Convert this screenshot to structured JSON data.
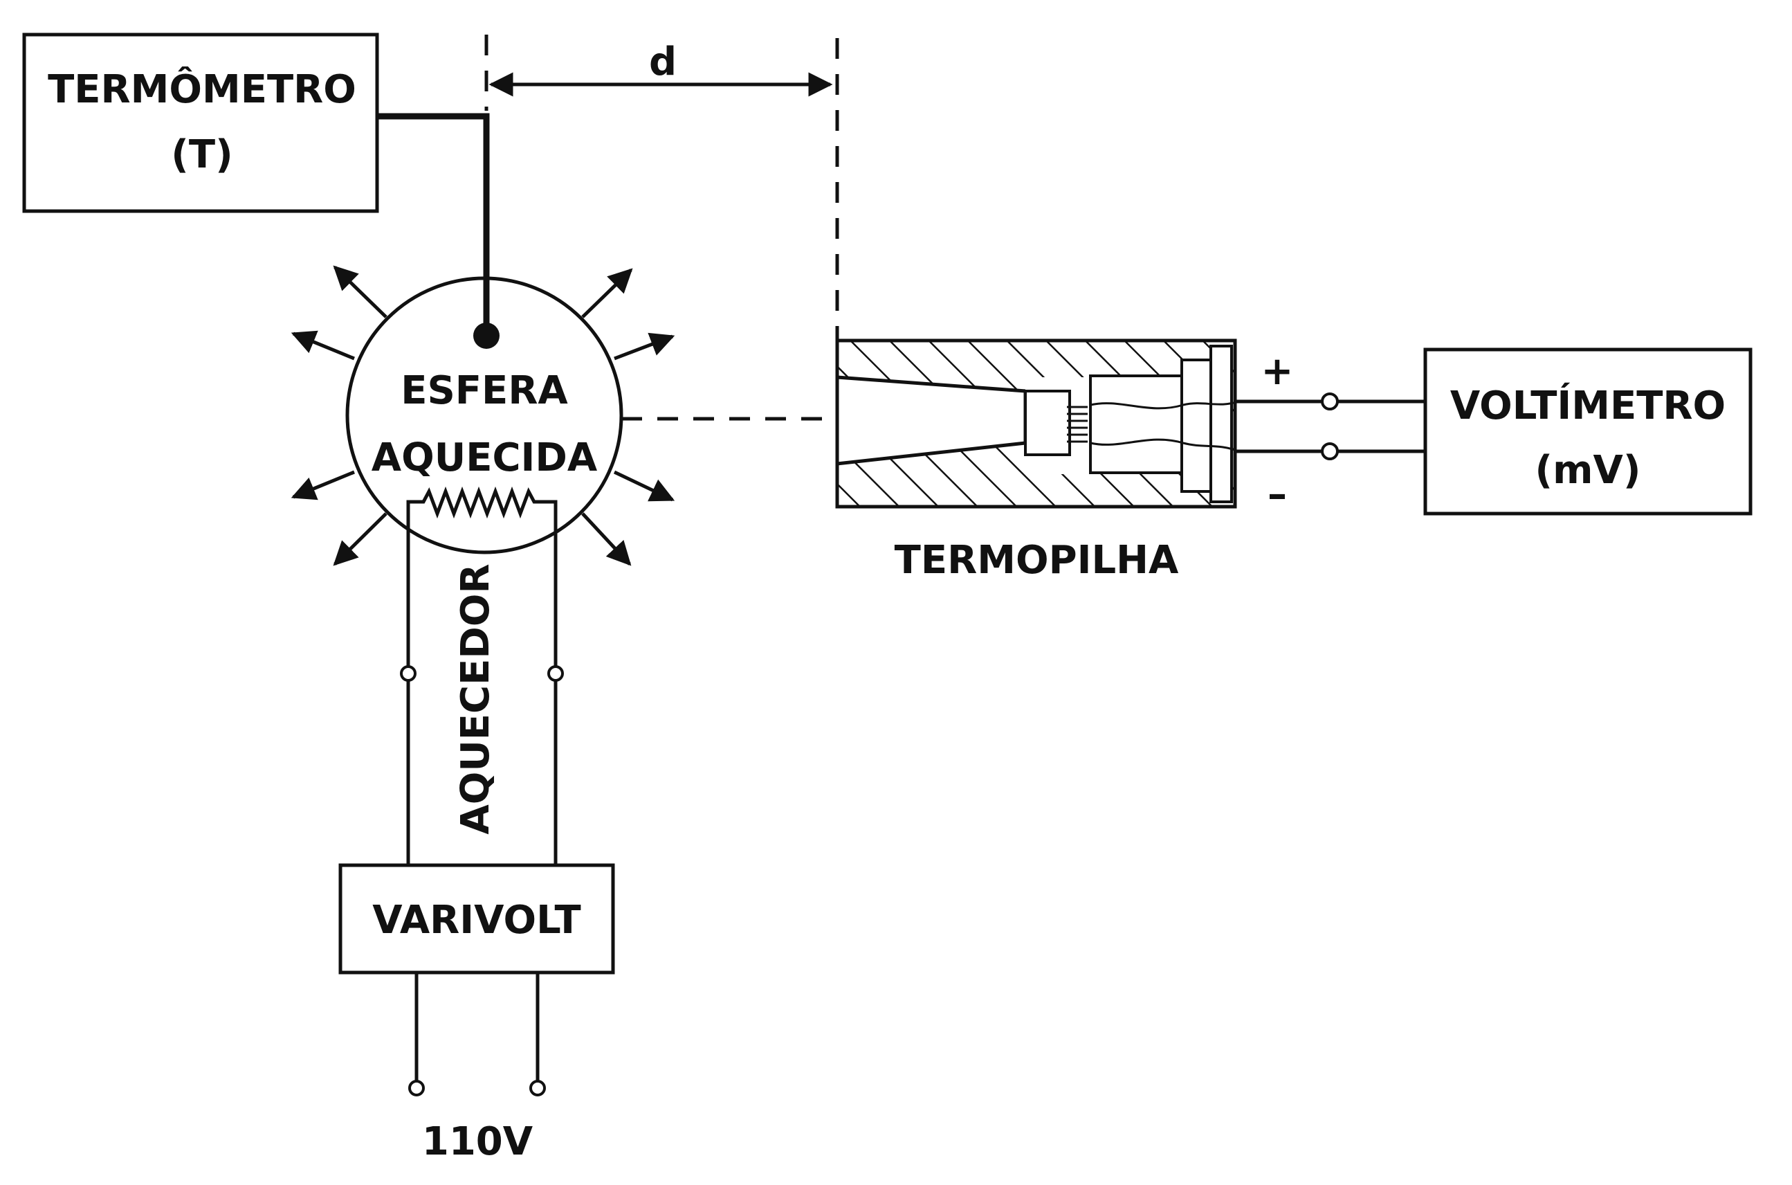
{
  "labels": {
    "thermometer_name": "TERMÔMETRO",
    "thermometer_symbol": "(T)",
    "distance": "d",
    "sphere_line1": "ESFERA",
    "sphere_line2": "AQUECIDA",
    "heater": "AQUECEDOR",
    "varivolt": "VARIVOLT",
    "supply": "110V",
    "thermopile": "TERMOPILHA",
    "plus": "+",
    "minus": "–",
    "voltmeter_name": "VOLTÍMETRO",
    "voltmeter_unit": "(mV)"
  }
}
